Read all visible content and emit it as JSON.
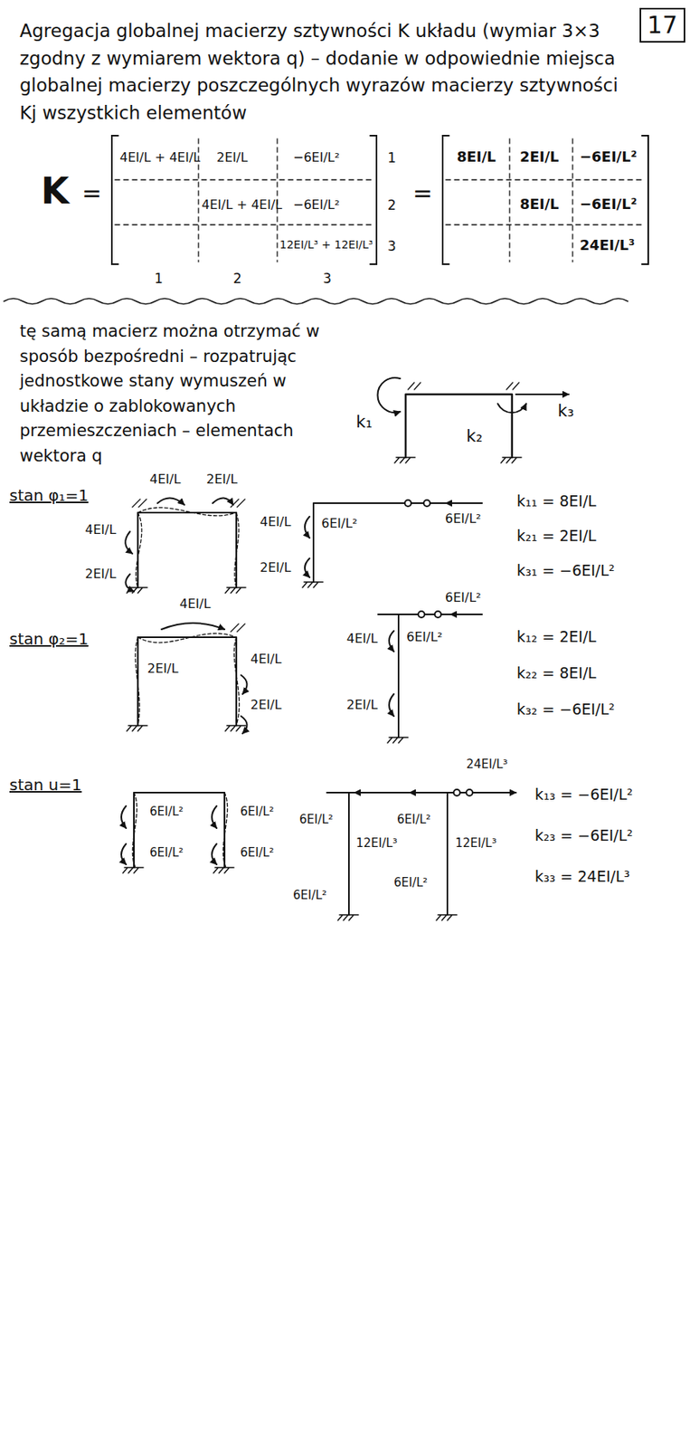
{
  "diagram": {
    "nodes": [
      {
        "text": [
          "17"
        ]
      }
    ],
    "labels": [
      "Agregacja globalnej macierzy sztywności K układu (wymiar 3×3 zgodny z wymiarem wektora q) – dodanie w odpowiednie miejsca globalnej macierzy poszczególnych wyrazów macierzy sztywności Kj wszystkich elementów",
      "K",
      "=",
      "4EI/L + 4EI/L",
      "2EI/L",
      "−6EI/L²",
      "4EI/L + 4EI/L",
      "−6EI/L²",
      "12EI/L³ + 12EI/L³",
      "1",
      "2",
      "3",
      "1",
      "2",
      "3",
      "=",
      "8EI/L",
      "2EI/L",
      "−6EI/L²",
      "8EI/L",
      "−6EI/L²",
      "24EI/L³",
      "tę samą macierz można otrzymać w sposób bezpośredni – rozpatrując jednostkowe stany wymuszeń w układzie o zablokowanych przemieszczeniach – elementach wektora q",
      "k₁",
      "k₂",
      "k₃",
      "stan φ₁=1",
      "4EI/L",
      "2EI/L",
      "4EI/L",
      "2EI/L",
      "4EI/L",
      "6EI/L²",
      "2EI/L",
      "6EI/L²",
      "k₁₁ = 8EI/L",
      "k₂₁ = 2EI/L",
      "k₃₁ = −6EI/L²",
      "stan φ₂=1",
      "4EI/L",
      "2EI/L",
      "4EI/L",
      "2EI/L",
      "6EI/L²",
      "4EI/L",
      "6EI/L²",
      "2EI/L",
      "k₁₂ = 2EI/L",
      "k₂₂ = 8EI/L",
      "k₃₂ = −6EI/L²",
      "stan u=1",
      "6EI/L²",
      "6EI/L²",
      "6EI/L²",
      "6EI/L²",
      "24EI/L³",
      "6EI/L²",
      "12EI/L³",
      "6EI/L²",
      "12EI/L³",
      "6EI/L²",
      "6EI/L²",
      "k₁₃ = −6EI/L²",
      "k₂₃ = −6EI/L²",
      "k₃₃ = 24EI/L³"
    ]
  }
}
